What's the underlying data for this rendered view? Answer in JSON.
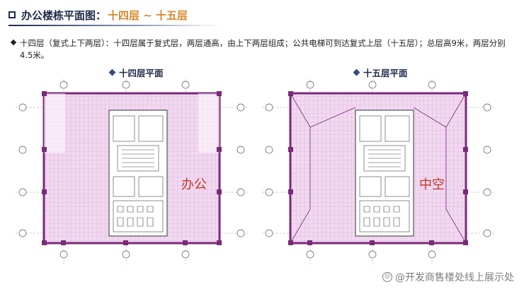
{
  "header": {
    "title": "办公楼栋平面图：",
    "title_accent": "十四层 ~ 十五层"
  },
  "description": "十四层（复式上下两层）：十四层属于复式层，两层通高，由上下两层组成；公共电梯可到达复式上层（十五层）；总层高9米，两层分别4.5米。",
  "plans": [
    {
      "label": "十四层平面",
      "overlay": "办公"
    },
    {
      "label": "十五层平面",
      "overlay": "中空"
    }
  ],
  "watermark": "@开发商售楼处线上展示处",
  "colors": {
    "floor_fill": "#f2d8f0",
    "wall": "#7a2a7a",
    "accent": "#d9852a",
    "navy": "#1e2a4a",
    "overlay_text": "#c0392b"
  }
}
